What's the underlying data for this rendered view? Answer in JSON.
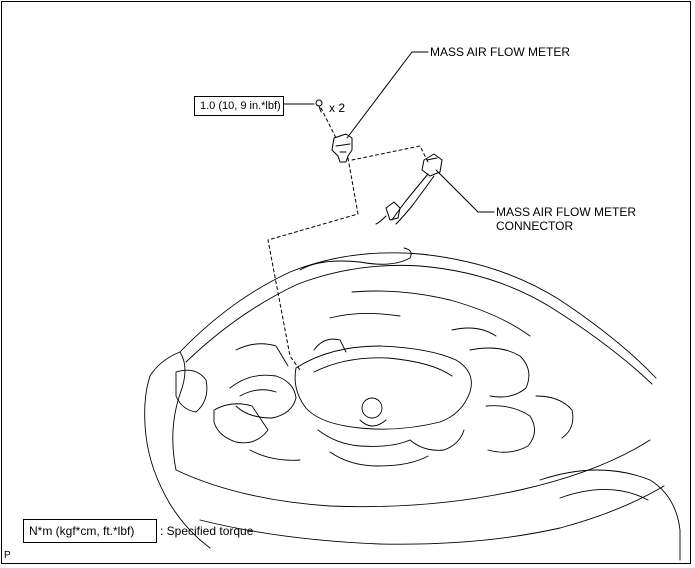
{
  "callouts": {
    "maf_meter": "MASS AIR FLOW METER",
    "maf_connector_line1": "MASS AIR FLOW METER",
    "maf_connector_line2": "CONNECTOR"
  },
  "torque": {
    "value": "1.0 (10, 9 in.*lbf)",
    "quantity": "x 2"
  },
  "legend": {
    "units": "N*m (kgf*cm, ft.*lbf)",
    "description": ": Specified torque"
  },
  "corner_mark": "P"
}
